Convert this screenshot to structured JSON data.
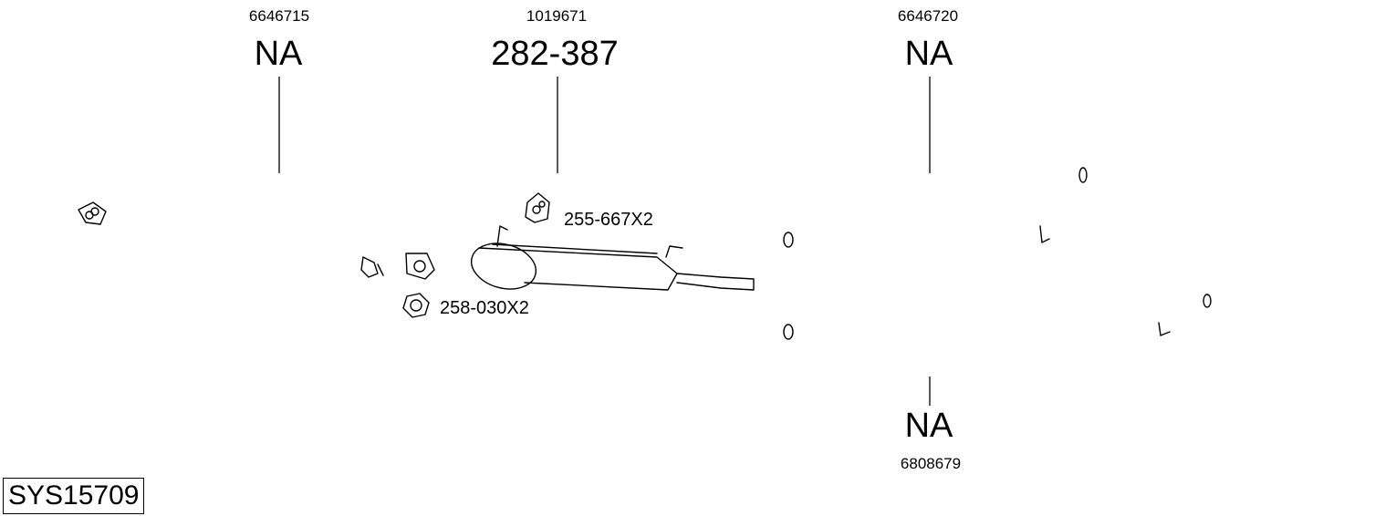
{
  "diagram": {
    "system_code": "SYS15709",
    "parts": [
      {
        "oe_number": "6646715",
        "part_number": "NA"
      },
      {
        "oe_number": "1019671",
        "part_number": "282-387"
      },
      {
        "oe_number": "6646720",
        "part_number": "NA"
      },
      {
        "oe_number": "6808679",
        "part_number": "NA"
      }
    ],
    "accessories": [
      {
        "label": "255-667X2",
        "icon": "rubber-mount-icon"
      },
      {
        "label": "258-030X2",
        "icon": "hex-nut-icon"
      }
    ]
  }
}
